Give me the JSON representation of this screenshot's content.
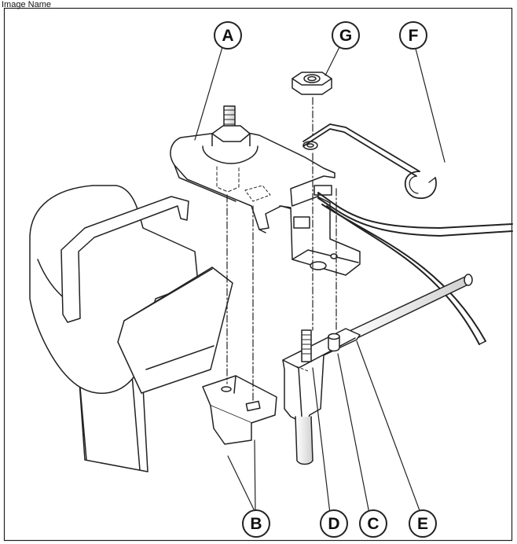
{
  "caption": "Image Name",
  "callouts": {
    "A": "A",
    "B": "B",
    "C": "C",
    "D": "D",
    "E": "E",
    "F": "F",
    "G": "G"
  },
  "colors": {
    "line": "#222222",
    "fill": "#ffffff",
    "shade": "#e6e6e6",
    "background": "#ffffff"
  }
}
